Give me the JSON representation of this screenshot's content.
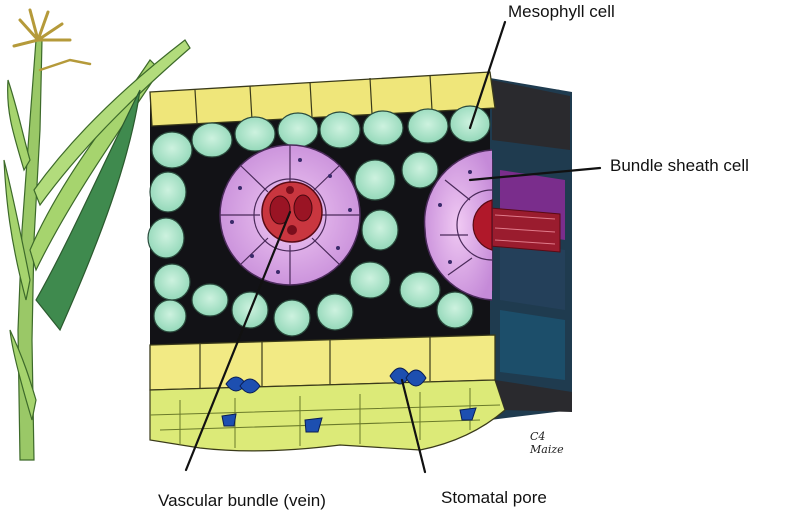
{
  "labels": {
    "mesophyll": "Mesophyll cell",
    "bundle_sheath": "Bundle sheath cell",
    "vascular_bundle": "Vascular bundle (vein)",
    "stomatal_pore": "Stomatal pore"
  },
  "signature": {
    "line1": "C4",
    "line2": "Maize"
  },
  "colors": {
    "epidermis": "#efe67a",
    "mesophyll": "#a9e2c8",
    "bundle_sheath": "#d9a6e6",
    "vein": "#b0182a",
    "air_space": "#121216",
    "lower_tissue": "#dcea78",
    "stoma": "#1d4fb0",
    "plant": "#8cbf58"
  }
}
